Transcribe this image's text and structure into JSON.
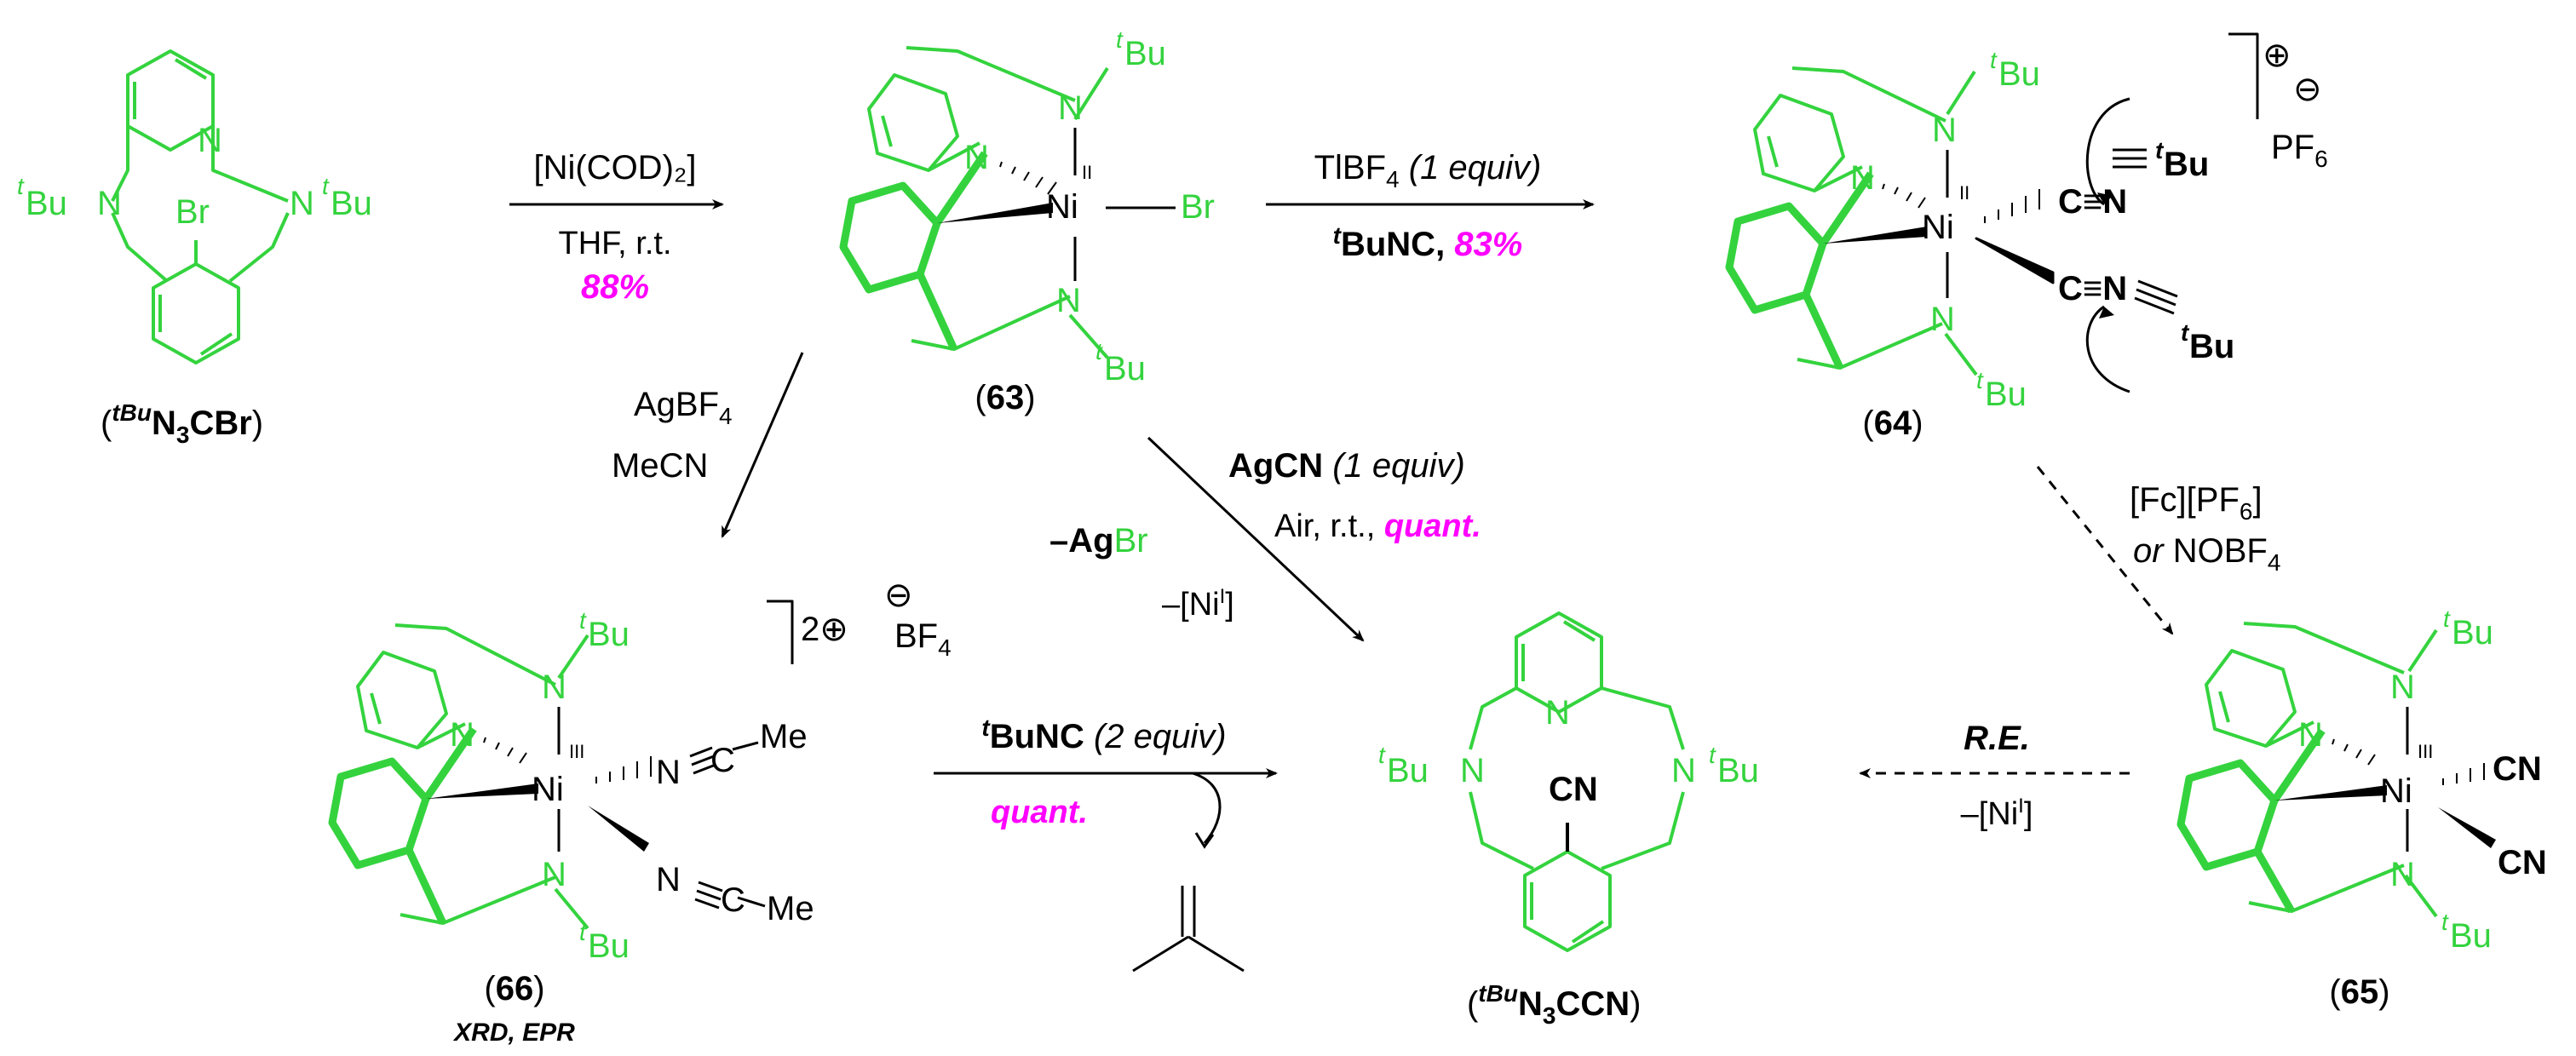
{
  "colors": {
    "ligand": "#34d33e",
    "text": "#000000",
    "yield": "#ff00ff"
  },
  "compounds": {
    "start": {
      "prefix": "(",
      "sup": "tBu",
      "core": "N",
      "sub": "3",
      "tail": "CBr",
      "suffix": ")"
    },
    "c63": {
      "open": "(",
      "label": "63",
      "close": ")"
    },
    "c64": {
      "open": "(",
      "label": "64",
      "close": ")"
    },
    "c65": {
      "open": "(",
      "label": "65",
      "close": ")"
    },
    "c66": {
      "open": "(",
      "label": "66",
      "close": ")",
      "note": "XRD, EPR"
    },
    "product": {
      "prefix": "(",
      "sup": "tBu",
      "core": "N",
      "sub": "3",
      "tail": "CCN",
      "suffix": ")"
    }
  },
  "atoms": {
    "N": "N",
    "Br": "Br",
    "Ni": "Ni",
    "t": "t",
    "Bu": "Bu",
    "ox_II": "II",
    "ox_III": "III",
    "C": "C",
    "CN": "CN",
    "Me": "Me",
    "CtripleN": "C≡N",
    "NtripleC": "N≡C"
  },
  "reactions": {
    "r1": {
      "above": "[Ni(COD)₂]",
      "below": "THF, r.t.",
      "yield": "88%"
    },
    "r2": {
      "reagent": "TlBF",
      "sub": "4",
      "equiv": "(1 equiv)",
      "reagent2": "BuNC, ",
      "yield": "83%"
    },
    "r3": {
      "line1": "AgBF",
      "sub": "4",
      "line2": "MeCN"
    },
    "r4": {
      "line1": "AgCN",
      "equiv": "(1 equiv)",
      "line2": "Air, r.t., ",
      "yield": "quant."
    },
    "r4_byproducts": {
      "agbr": "–Ag",
      "br": "Br",
      "ni": "–[Ni",
      "ni_sup": "I",
      "ni_close": "]"
    },
    "r5": {
      "ox1": "[Fc][PF",
      "sub": "6",
      "ox1_close": "]",
      "ox2_or": "or",
      "ox2": " NOBF",
      "sub2": "4"
    },
    "r6": {
      "label": "R.E.",
      "below": "–[Ni",
      "sup": "I",
      "close": "]"
    },
    "r7": {
      "reagent": "BuNC",
      "equiv": "(2 equiv)",
      "yield": "quant."
    }
  },
  "counterions": {
    "c64": {
      "charge": "⊕",
      "minus": "⊖",
      "ion": "PF",
      "sub": "6"
    },
    "c66": {
      "two": "2",
      "charge": "⊕",
      "minus": "⊖",
      "ion": "BF",
      "sub": "4"
    }
  }
}
